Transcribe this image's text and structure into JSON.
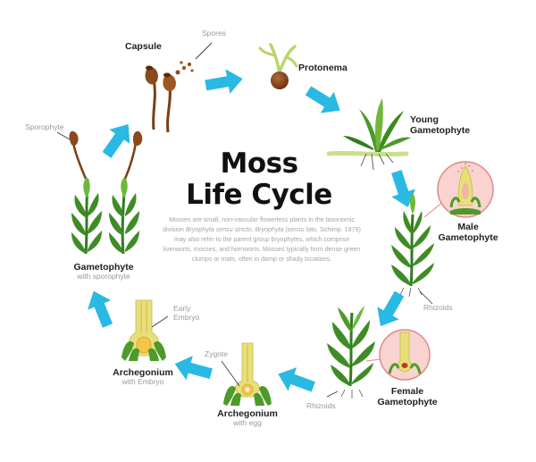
{
  "title": {
    "line1": "Moss",
    "line2": "Life Cycle"
  },
  "description": {
    "part1": "Mosses are small, non-vascular flowerless plants in the taxonomic division ",
    "italic1": "Bryophyta sensu stricto",
    "part2": ". ",
    "italic2": "Bryophyta",
    "part3": " (sensu lato, Schimp. 1879) may also refer to the parent group bryophytes, which comprise liverworts, mosses, and hornworts. Mosses typically form dense green clumps or mats, often in damp or shady locations."
  },
  "stages": {
    "capsule": "Capsule",
    "spores": "Spores",
    "protonema": "Protonema",
    "young_gametophyte": "Young Gametophyte",
    "male_gametophyte": "Male Gametophyte",
    "rhizoids_right": "Rhizoids",
    "female_gametophyte": "Female Gametophyte",
    "rhizoids_bottom": "Rhizoids",
    "archegonium_egg": {
      "title": "Archegonium",
      "sub": "with egg"
    },
    "zygote": "Zygote",
    "archegonium_embryo": {
      "title": "Archegonium",
      "sub": "with Embryo"
    },
    "early_embryo": "Early Embryo",
    "gametophyte_sporophyte": {
      "title": "Gametophyte",
      "sub": "with sporophyte"
    },
    "sporophyte": "Sporophyte"
  },
  "colors": {
    "arrow": "#29b9e3",
    "leaf_dark": "#2f7d1e",
    "leaf_light": "#6fb83a",
    "stalk_brown": "#7b3f16",
    "circle_fill": "#f8d3cf",
    "circle_stroke": "#e08a8a",
    "tissue_yellow": "#e9df7a"
  }
}
